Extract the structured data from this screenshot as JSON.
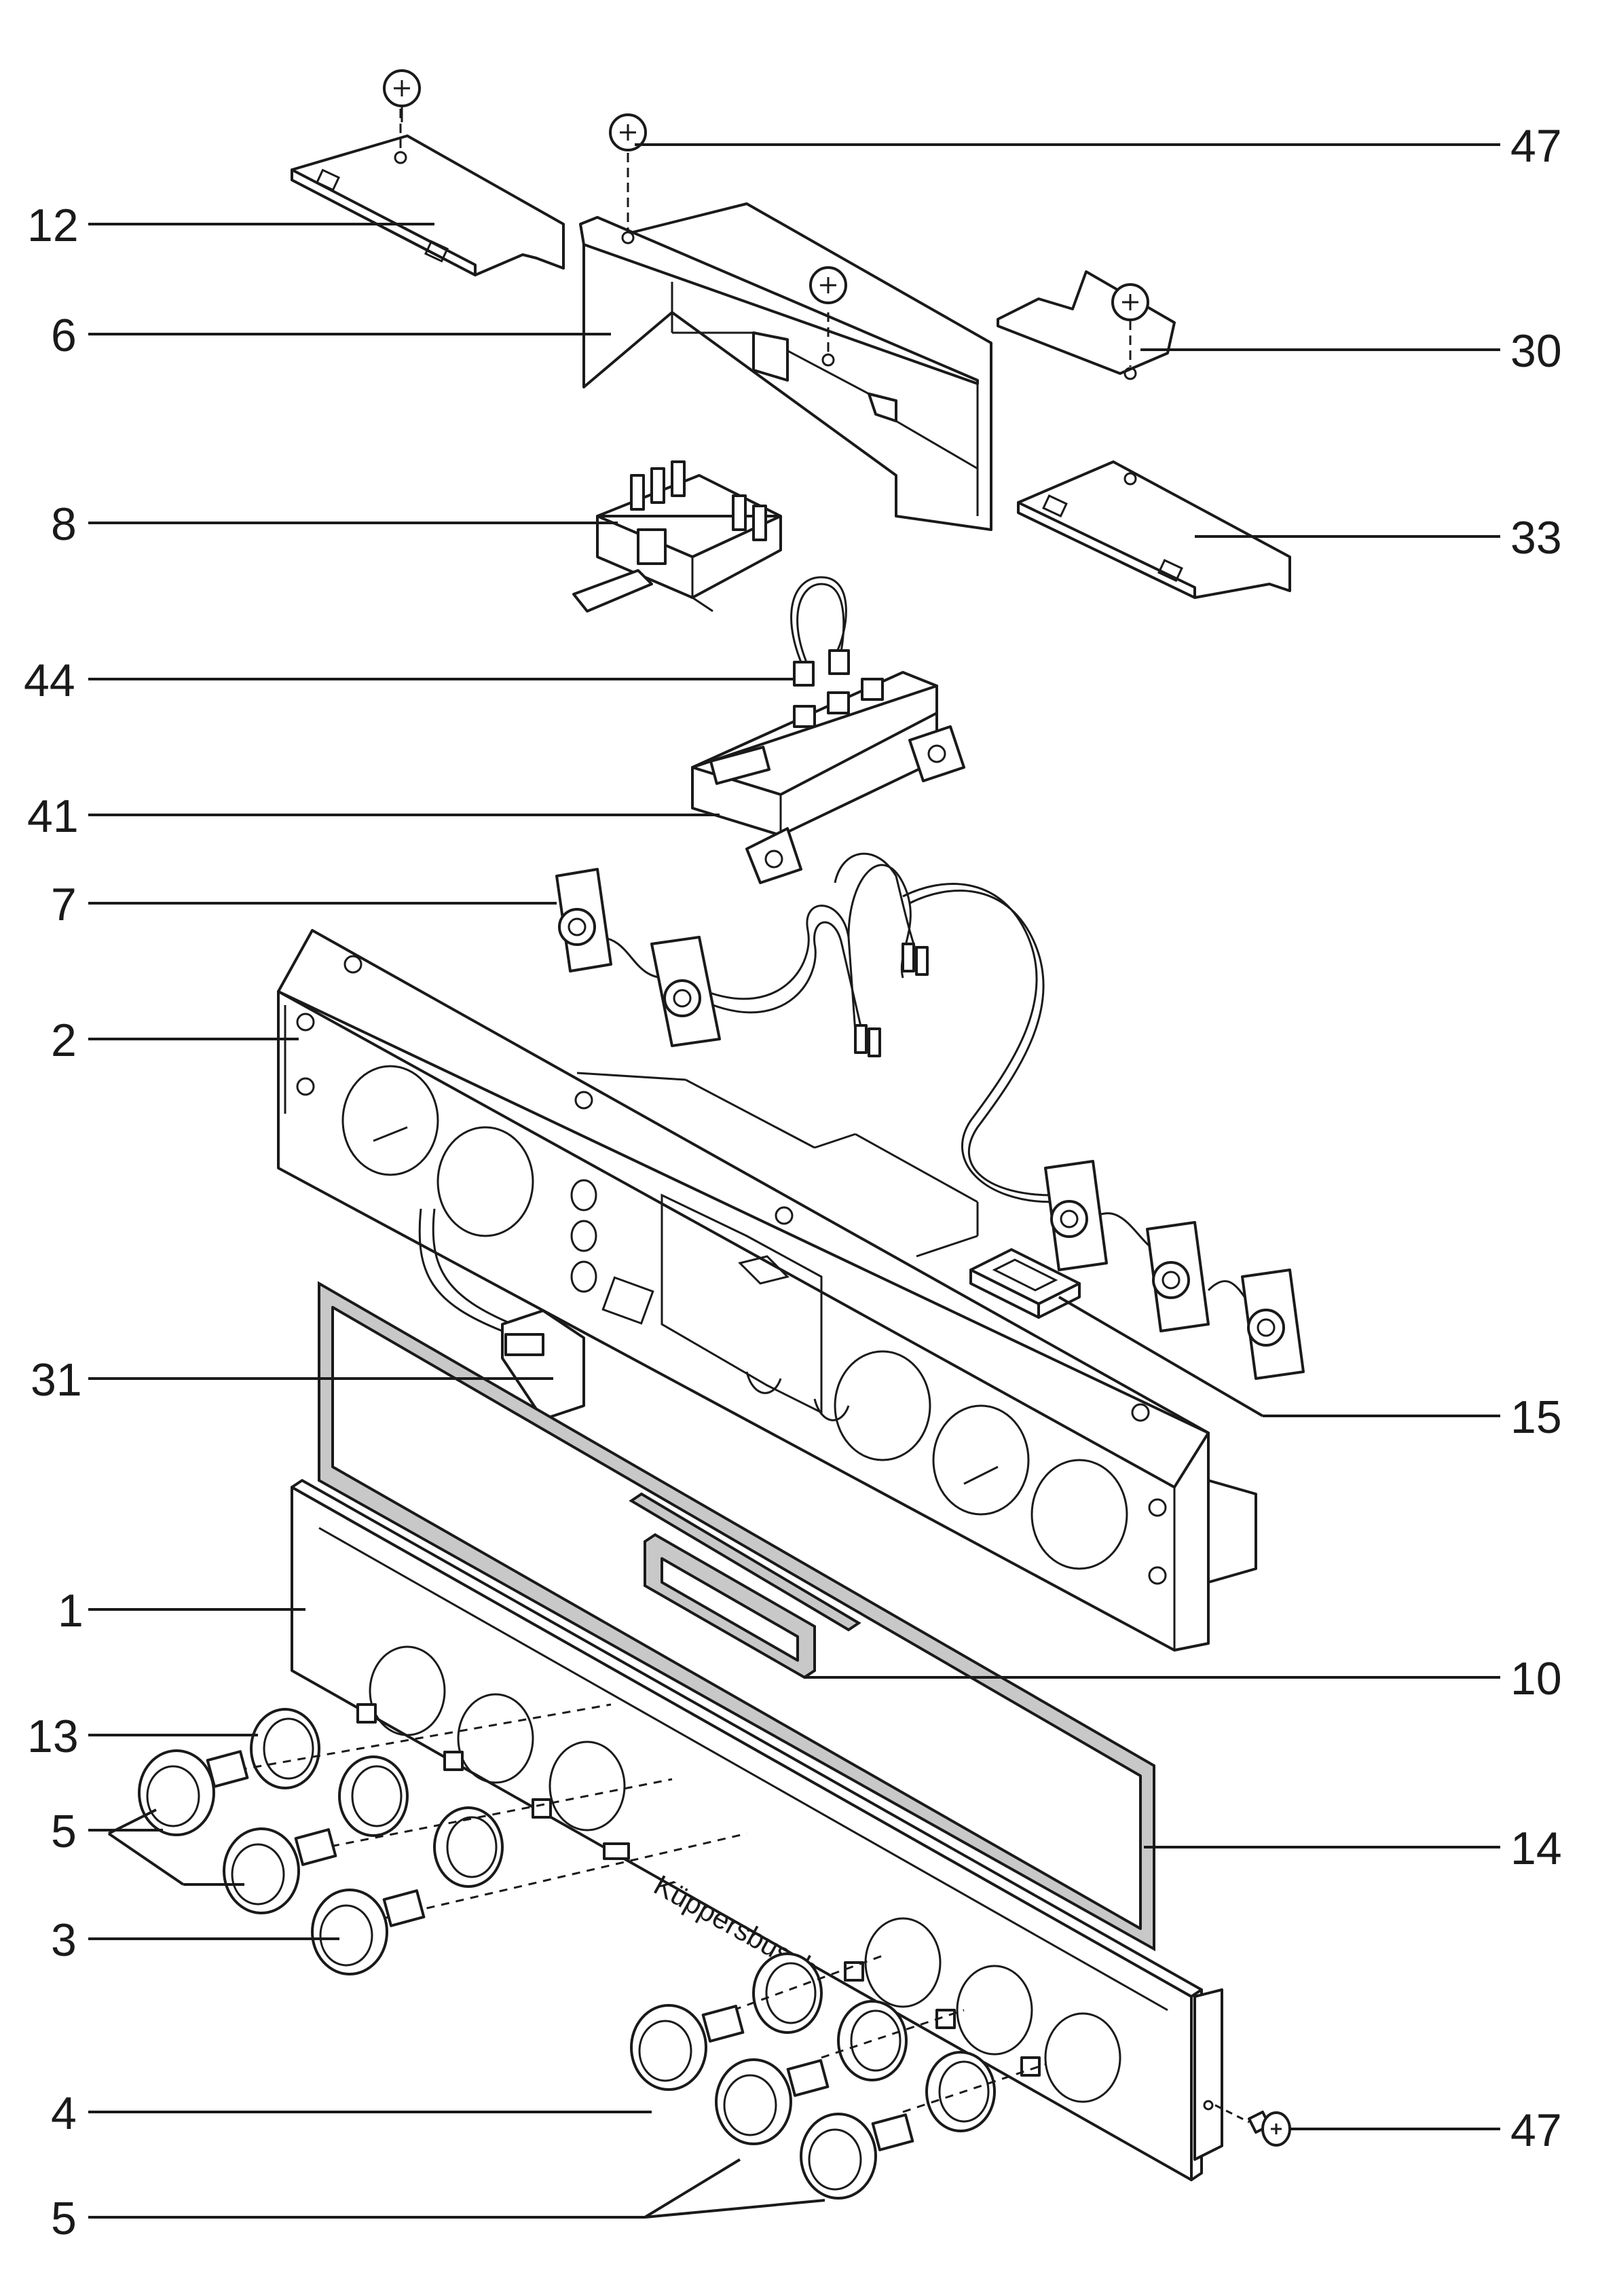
{
  "brand_text": "Küppersbusch",
  "callouts": [
    {
      "id": "12",
      "label": "12"
    },
    {
      "id": "6",
      "label": "6"
    },
    {
      "id": "8",
      "label": "8"
    },
    {
      "id": "44",
      "label": "44"
    },
    {
      "id": "41",
      "label": "41"
    },
    {
      "id": "7",
      "label": "7"
    },
    {
      "id": "2",
      "label": "2"
    },
    {
      "id": "31",
      "label": "31"
    },
    {
      "id": "1",
      "label": "1"
    },
    {
      "id": "13",
      "label": "13"
    },
    {
      "id": "5a",
      "label": "5"
    },
    {
      "id": "3",
      "label": "3"
    },
    {
      "id": "4",
      "label": "4"
    },
    {
      "id": "5b",
      "label": "5"
    },
    {
      "id": "47a",
      "label": "47"
    },
    {
      "id": "30",
      "label": "30"
    },
    {
      "id": "33",
      "label": "33"
    },
    {
      "id": "15",
      "label": "15"
    },
    {
      "id": "10",
      "label": "10"
    },
    {
      "id": "14",
      "label": "14"
    },
    {
      "id": "47b",
      "label": "47"
    }
  ]
}
